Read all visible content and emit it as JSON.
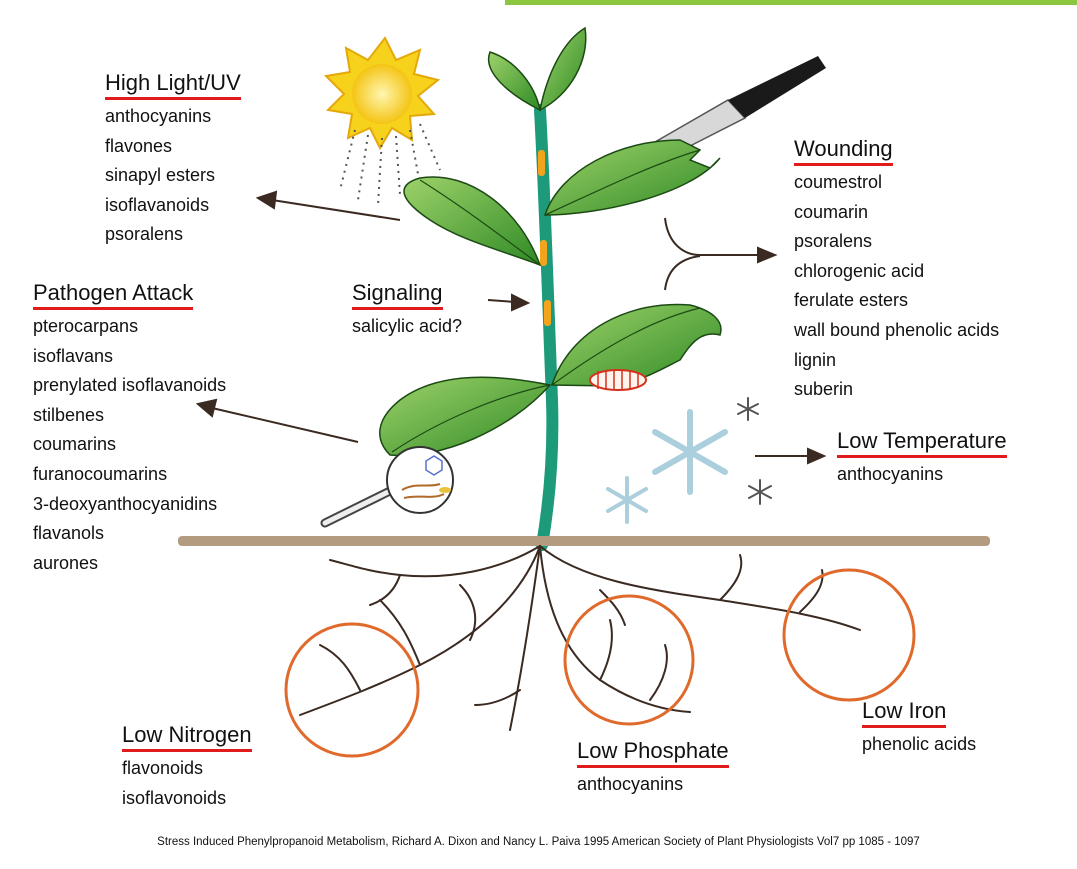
{
  "categories": {
    "high_light": {
      "heading": "High Light/UV",
      "items": [
        "anthocyanins",
        "flavones",
        "sinapyl esters",
        "isoflavanoids",
        "psoralens"
      ]
    },
    "pathogen": {
      "heading": "Pathogen Attack",
      "items": [
        "pterocarpans",
        "isoflavans",
        "prenylated isoflavanoids",
        "stilbenes",
        "coumarins",
        "furanocoumarins",
        "3-deoxyanthocyanidins",
        "flavanols",
        "aurones"
      ]
    },
    "signaling": {
      "heading": "Signaling",
      "items": [
        "salicylic acid?"
      ]
    },
    "wounding": {
      "heading": "Wounding",
      "items": [
        "coumestrol",
        "coumarin",
        "psoralens",
        "chlorogenic acid",
        "ferulate esters",
        "wall bound phenolic acids",
        "lignin",
        "suberin"
      ]
    },
    "low_temperature": {
      "heading": "Low Temperature",
      "items": [
        "anthocyanins"
      ]
    },
    "low_nitrogen": {
      "heading": "Low Nitrogen",
      "items": [
        "flavonoids",
        "isoflavonoids"
      ]
    },
    "low_phosphate": {
      "heading": "Low Phosphate",
      "items": [
        "anthocyanins"
      ]
    },
    "low_iron": {
      "heading": "Low Iron",
      "items": [
        "phenolic acids"
      ]
    }
  },
  "citation": "Stress Induced Phenylpropanoid Metabolism, Richard A. Dixon and Nancy L. Paiva 1995 American Society of Plant Physiologists Vol7 pp 1085 - 1097",
  "colors": {
    "underline": "#e01b1b",
    "top_bar": "#8cc63f",
    "leaf": "#3f9b2e",
    "stem": "#1d9a7a",
    "soil": "#b39b7f",
    "root_circle": "#e06a2c",
    "sun": "#f7d21c"
  }
}
